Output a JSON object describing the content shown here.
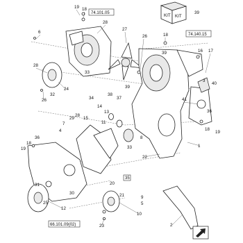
{
  "labels": {
    "l19a": "19",
    "l18a": "18",
    "l28a": "28",
    "l6": "6",
    "l27": "27",
    "l26a": "26",
    "l18b": "18",
    "l39a": "39",
    "l16": "16",
    "l17": "17",
    "l3": "3",
    "l40": "40",
    "l28b": "28",
    "l24": "24",
    "l32": "32",
    "l26b": "26",
    "l33a": "33",
    "l34": "34",
    "l39b": "39",
    "l38": "38",
    "l37": "37",
    "l14": "14",
    "l13": "13",
    "l41": "41",
    "l36a": "36",
    "l18c": "18",
    "l19b": "19",
    "l29": "29",
    "l7": "7",
    "l4": "4",
    "l28c": "28",
    "l15": "15",
    "l11": "11",
    "l33b": "33",
    "l35": "35",
    "l8": "8",
    "l1": "1",
    "l36b": "36",
    "l19c": "19",
    "l18d": "18",
    "l22": "22",
    "l31": "31",
    "l30": "30",
    "l25": "25",
    "l12": "12",
    "l9": "9",
    "l5": "5",
    "l10": "10",
    "l23": "23",
    "l20": "20",
    "l21": "21",
    "l2": "2"
  },
  "refs": {
    "top": "74.101.05",
    "right": "74.140.15",
    "bottom": "66.101.09(02)",
    "box35": "35"
  },
  "kit": {
    "word": "KIT",
    "number": "39"
  }
}
